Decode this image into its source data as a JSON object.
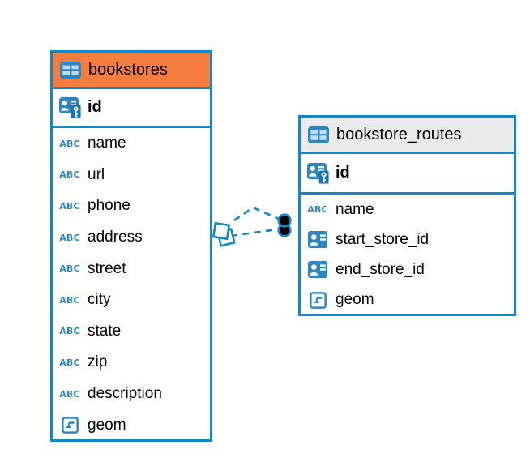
{
  "canvas": {
    "background": "#FFFFFF"
  },
  "colors": {
    "accent_blue": "#1287C9",
    "icon_blue": "#2E86C1",
    "bookstores_header": "#F57D40",
    "routes_header": "#EAEAEA",
    "endpoint_dot": "#000000",
    "text": "#000000"
  },
  "icons": {
    "text_type_glyph": "ABC",
    "table_glyph": "table-grid",
    "primary_key_glyph": "id-card-with-key",
    "reference_glyph": "id-card",
    "geometry_glyph": "geometry-lines"
  },
  "tables": [
    {
      "name": "bookstores",
      "header_color": "#F57D40",
      "fields": [
        {
          "name": "id",
          "type": "primary-key"
        },
        {
          "name": "name",
          "type": "text"
        },
        {
          "name": "url",
          "type": "text"
        },
        {
          "name": "phone",
          "type": "text"
        },
        {
          "name": "address",
          "type": "text"
        },
        {
          "name": "street",
          "type": "text"
        },
        {
          "name": "city",
          "type": "text"
        },
        {
          "name": "state",
          "type": "text"
        },
        {
          "name": "zip",
          "type": "text"
        },
        {
          "name": "description",
          "type": "text"
        },
        {
          "name": "geom",
          "type": "geometry"
        }
      ]
    },
    {
      "name": "bookstore_routes",
      "header_color": "#EAEAEA",
      "fields": [
        {
          "name": "id",
          "type": "primary-key"
        },
        {
          "name": "name",
          "type": "text"
        },
        {
          "name": "start_store_id",
          "type": "reference"
        },
        {
          "name": "end_store_id",
          "type": "reference"
        },
        {
          "name": "geom",
          "type": "geometry"
        }
      ]
    }
  ],
  "relationship": {
    "style": "dashed",
    "link_count": 2,
    "source_marker": "overlapping-squares",
    "target_marker": "stacked-filled-dots"
  }
}
